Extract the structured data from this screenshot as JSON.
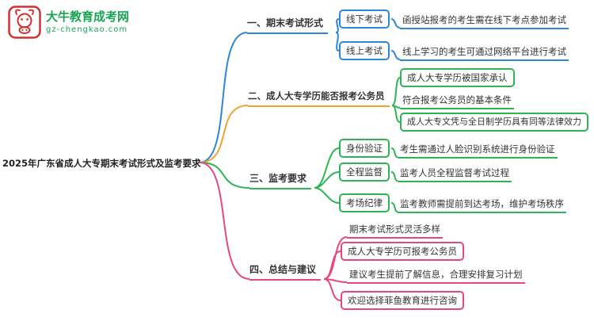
{
  "logo": {
    "brand": "大牛教育成考网",
    "domain": "gz-chengkao.com",
    "icon": "bull-icon"
  },
  "root": {
    "title": "2025年广东省成人大专期末考试形式及监考要求"
  },
  "colors": {
    "branch1_blue": "#2e87d6",
    "branch2_orange": "#f0a32f",
    "green": "#2eb553",
    "branch4_pink": "#e8467f",
    "logo_red": "#d43030",
    "brand_green": "#18a452",
    "text": "#333333"
  },
  "branches": [
    {
      "label": "一、期末考试形式",
      "color": "#2e87d6",
      "children": [
        {
          "label": "线下考试",
          "desc": "函授站报考的考生需在线下考点参加考试"
        },
        {
          "label": "线上考试",
          "desc": "线上学习的考生可通过网络平台进行考试"
        }
      ]
    },
    {
      "label": "二、成人大专学历能否报考公务员",
      "color": "#f0a32f",
      "children_color": "#2eb553",
      "children": [
        {
          "label": "成人大专学历被国家承认"
        },
        {
          "label": "符合报考公务员的基本条件"
        },
        {
          "label": "成人大专文凭与全日制学历具有同等法律效力"
        }
      ]
    },
    {
      "label": "三、监考要求",
      "color": "#2eb553",
      "children": [
        {
          "label": "身份验证",
          "desc": "考生需通过人脸识别系统进行身份验证"
        },
        {
          "label": "全程监督",
          "desc": "监考人员全程监督考试过程"
        },
        {
          "label": "考场纪律",
          "desc": "监考教师需提前到达考场，维护考场秩序"
        }
      ]
    },
    {
      "label": "四、总结与建议",
      "color": "#e8467f",
      "children": [
        {
          "label": "期末考试形式灵活多样"
        },
        {
          "label": "成人大专学历可报考公务员"
        },
        {
          "label": "建议考生提前了解信息，合理安排复习计划"
        },
        {
          "label": "欢迎选择菲鱼教育进行咨询"
        }
      ]
    }
  ]
}
